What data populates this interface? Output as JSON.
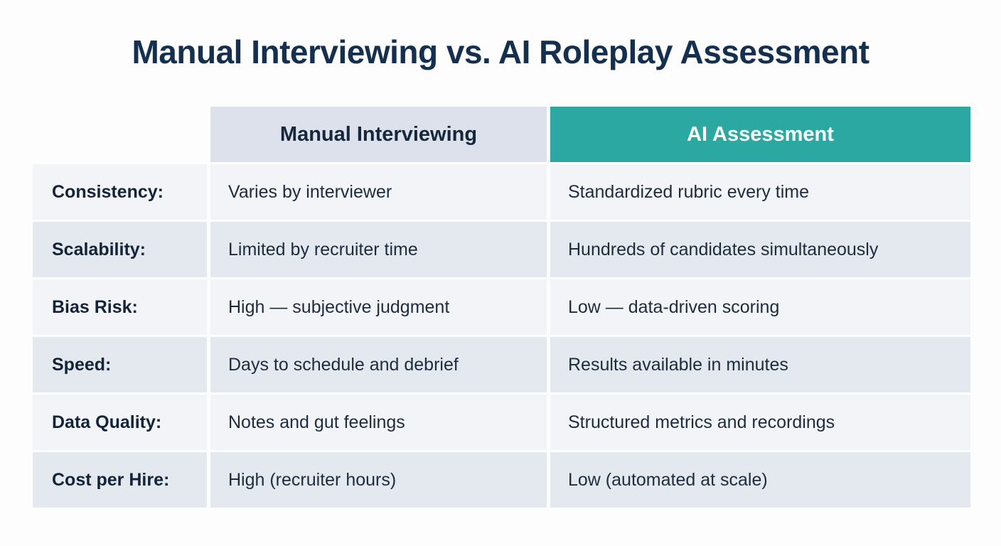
{
  "title": "Manual Interviewing vs. AI Roleplay Assessment",
  "colors": {
    "title_text": "#14304e",
    "header_manual_bg": "#dce1eb",
    "header_manual_text": "#16273d",
    "header_ai_bg": "#2ca8a3",
    "header_ai_text": "#ffffff",
    "row_stripe_light": "#f2f4f8",
    "row_stripe_dark": "#e4e8ef",
    "body_text": "#1d2c3e"
  },
  "table": {
    "columns": [
      "Manual Interviewing",
      "AI Assessment"
    ],
    "rows": [
      {
        "label": "Consistency:",
        "manual": "Varies by interviewer",
        "ai": "Standardized rubric every time"
      },
      {
        "label": "Scalability:",
        "manual": "Limited by recruiter time",
        "ai": "Hundreds of candidates simultaneously"
      },
      {
        "label": "Bias Risk:",
        "manual": "High — subjective judgment",
        "ai": "Low — data-driven scoring"
      },
      {
        "label": "Speed:",
        "manual": "Days to schedule and debrief",
        "ai": "Results available in minutes"
      },
      {
        "label": "Data Quality:",
        "manual": "Notes and gut feelings",
        "ai": "Structured metrics and recordings"
      },
      {
        "label": "Cost per Hire:",
        "manual": "High (recruiter hours)",
        "ai": "Low (automated at scale)"
      }
    ]
  },
  "chart_data": {
    "type": "table",
    "title": "Manual Interviewing vs. AI Roleplay Assessment",
    "columns": [
      "",
      "Manual Interviewing",
      "AI Assessment"
    ],
    "rows": [
      [
        "Consistency:",
        "Varies by interviewer",
        "Standardized rubric every time"
      ],
      [
        "Scalability:",
        "Limited by recruiter time",
        "Hundreds of candidates simultaneously"
      ],
      [
        "Bias Risk:",
        "High — subjective judgment",
        "Low — data-driven scoring"
      ],
      [
        "Speed:",
        "Days to schedule and debrief",
        "Results available in minutes"
      ],
      [
        "Data Quality:",
        "Notes and gut feelings",
        "Structured metrics and recordings"
      ],
      [
        "Cost per Hire:",
        "High (recruiter hours)",
        "Low (automated at scale)"
      ]
    ],
    "layout": {
      "header_row": true,
      "striped_rows": true,
      "legend_position": "none",
      "grid": "off"
    }
  }
}
